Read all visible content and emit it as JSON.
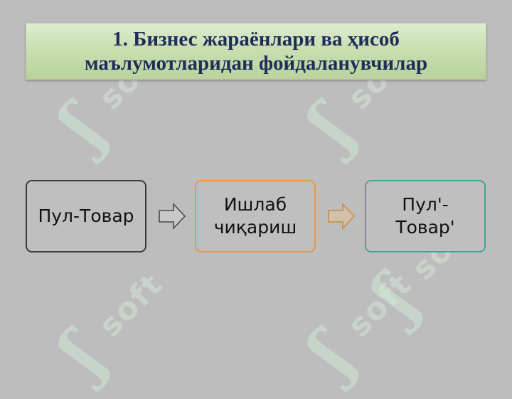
{
  "slide": {
    "title_line1": "1. Бизнес жараёнлари ва ҳисоб",
    "title_line2": "маълумотларидан фойдаланувчилар"
  },
  "flow": {
    "steps": [
      {
        "label": "Пул-Товар",
        "border_color": "#3d3d3d"
      },
      {
        "label_line1": "Ишлаб",
        "label_line2": "чиқариш",
        "border_color": "#e39a48"
      },
      {
        "label_line1": "Пул'-",
        "label_line2": "Товар'",
        "border_color": "#42a796"
      }
    ],
    "arrow_icon": "right-arrow-icon"
  },
  "watermark": {
    "glyph": "ʃ",
    "text": "soft"
  },
  "colors": {
    "background": "#bdbdbd",
    "title_text": "#1f2d58",
    "title_fill": "#c9dfb1"
  }
}
